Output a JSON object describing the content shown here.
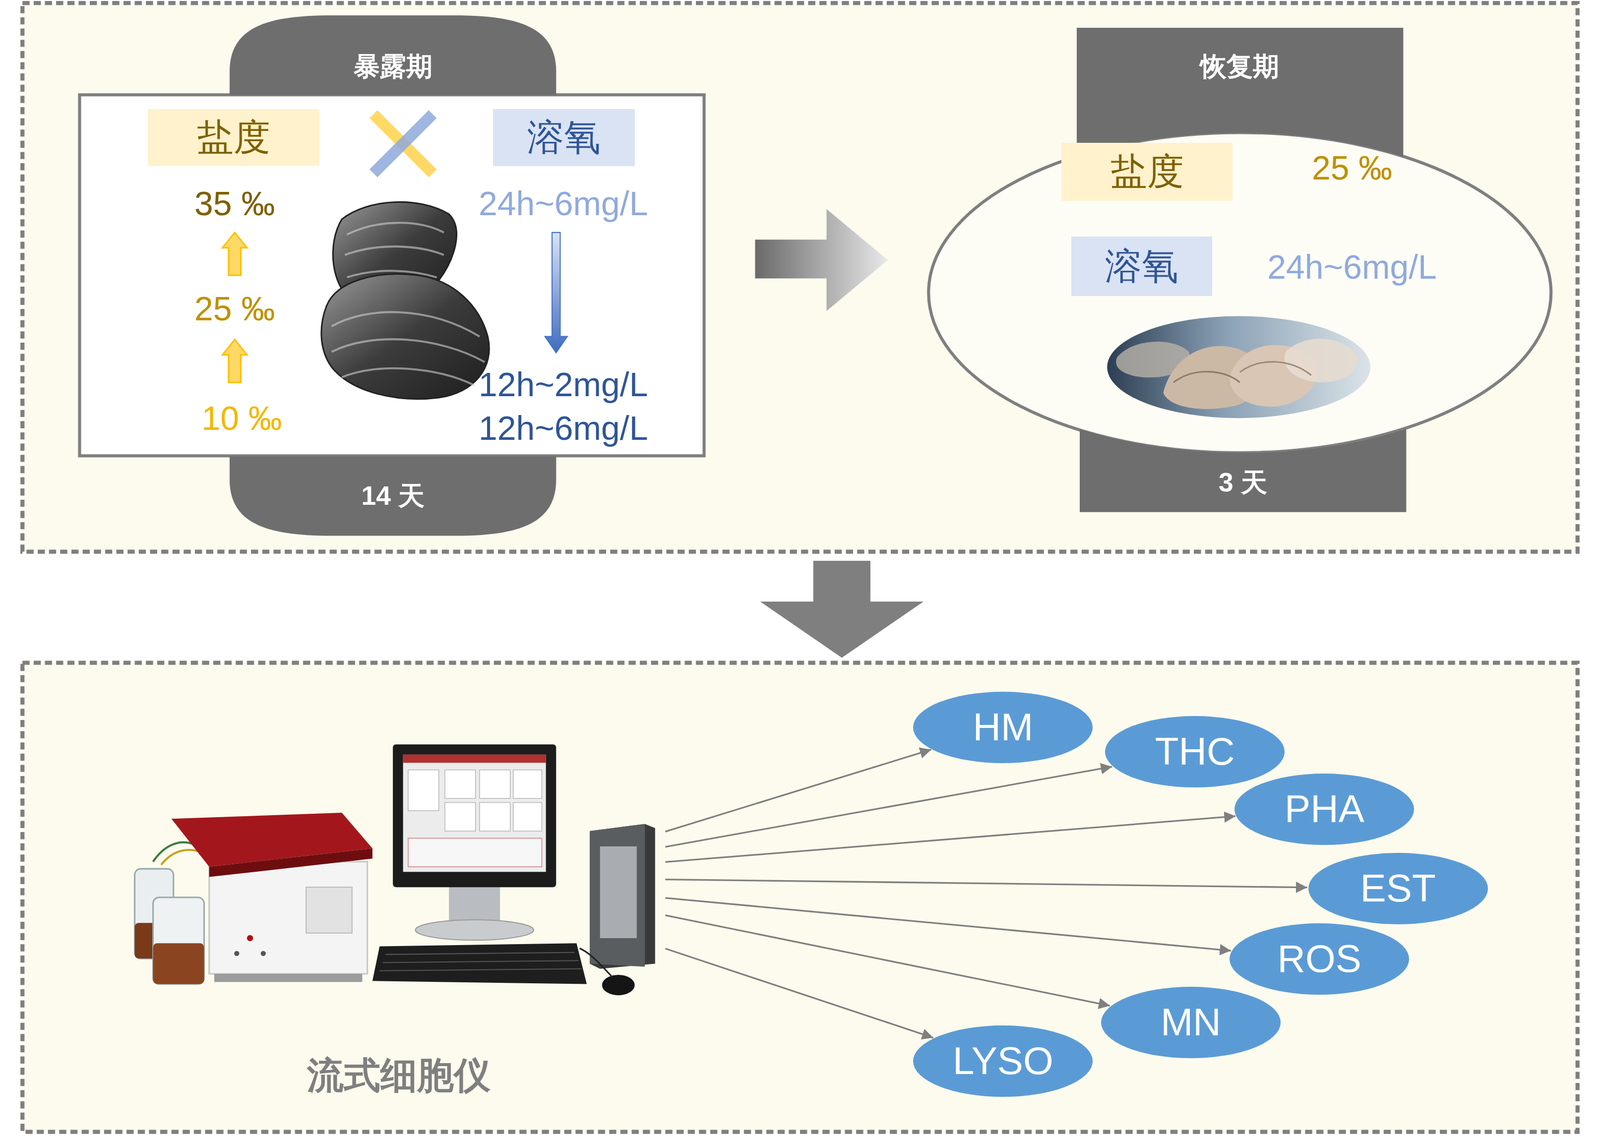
{
  "diagram": {
    "nodes": [
      {
        "text": [
          "暴露期"
        ]
      },
      {
        "text": [
          "盐度"
        ]
      },
      {
        "text": [
          "溶氧"
        ]
      },
      {
        "text": [
          "14 天"
        ]
      },
      {
        "text": [
          "恢复期"
        ]
      },
      {
        "text": [
          "盐度"
        ]
      },
      {
        "text": [
          "溶氧"
        ]
      },
      {
        "text": [
          "3 天"
        ]
      },
      {
        "text": [
          "流式细胞仪"
        ]
      },
      {
        "text": [
          "HM"
        ]
      },
      {
        "text": [
          "THC"
        ]
      },
      {
        "text": [
          "PHA"
        ]
      },
      {
        "text": [
          "EST"
        ]
      },
      {
        "text": [
          "ROS"
        ]
      },
      {
        "text": [
          "MN"
        ]
      },
      {
        "text": [
          "LYSO"
        ]
      }
    ],
    "edges": [
      {
        "from": 8,
        "to": 9,
        "arrow": "to"
      },
      {
        "from": 8,
        "to": 10,
        "arrow": "to"
      },
      {
        "from": 8,
        "to": 11,
        "arrow": "to"
      },
      {
        "from": 8,
        "to": 12,
        "arrow": "to"
      },
      {
        "from": 8,
        "to": 13,
        "arrow": "to"
      },
      {
        "from": 8,
        "to": 14,
        "arrow": "to"
      },
      {
        "from": 8,
        "to": 15,
        "arrow": "to"
      }
    ],
    "labels": [
      "35 ‰",
      "25 ‰",
      "10 ‰",
      "24h~6mg/L",
      "12h~2mg/L",
      "12h~6mg/L",
      "25 ‰",
      "24h~6mg/L"
    ]
  }
}
